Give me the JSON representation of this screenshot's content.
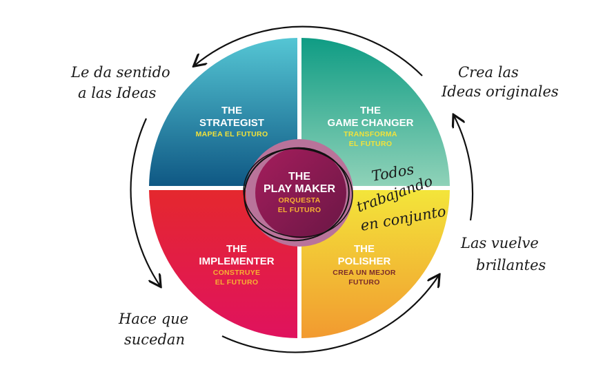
{
  "colors": {
    "strategist": [
      "#55c6d4",
      "#0f5884"
    ],
    "game_changer": [
      "#0f9c84",
      "#8fd2b8"
    ],
    "implementer": [
      "#e4282e",
      "#e0125e"
    ],
    "polisher": [
      "#f3e53a",
      "#f29a30"
    ],
    "play_maker": [
      "#a51d5c",
      "#6a1745"
    ],
    "play_maker_ring": "#b9739a",
    "sub_yellow": "#f2e23a",
    "sub_orange": "#f7b133",
    "sub_brown": "#7a2a2a"
  },
  "quadrants": {
    "strategist": {
      "line1": "THE",
      "line2": "STRATEGIST",
      "sub1": "MAPEA EL FUTURO"
    },
    "game_changer": {
      "line1": "THE",
      "line2": "GAME CHANGER",
      "sub1": "TRANSFORMA",
      "sub2": "EL FUTURO"
    },
    "implementer": {
      "line1": "THE",
      "line2": "IMPLEMENTER",
      "sub1": "CONSTRUYE",
      "sub2": "EL FUTURO"
    },
    "polisher": {
      "line1": "THE",
      "line2": "POLISHER",
      "sub1": "CREA UN MEJOR",
      "sub2": "FUTURO"
    }
  },
  "center": {
    "line1": "THE",
    "line2": "PLAY MAKER",
    "sub1": "ORQUESTA",
    "sub2": "EL FUTURO"
  },
  "annotations": {
    "top_left": [
      "Le da sentido",
      "a las Ideas"
    ],
    "top_right": [
      "Crea las",
      "Ideas originales"
    ],
    "bottom_right": [
      "Las vuelve",
      "brillantes"
    ],
    "bottom_left": [
      "Hace que",
      "sucedan"
    ],
    "together": [
      "Todos",
      "trabajando",
      "en conjunto"
    ]
  }
}
